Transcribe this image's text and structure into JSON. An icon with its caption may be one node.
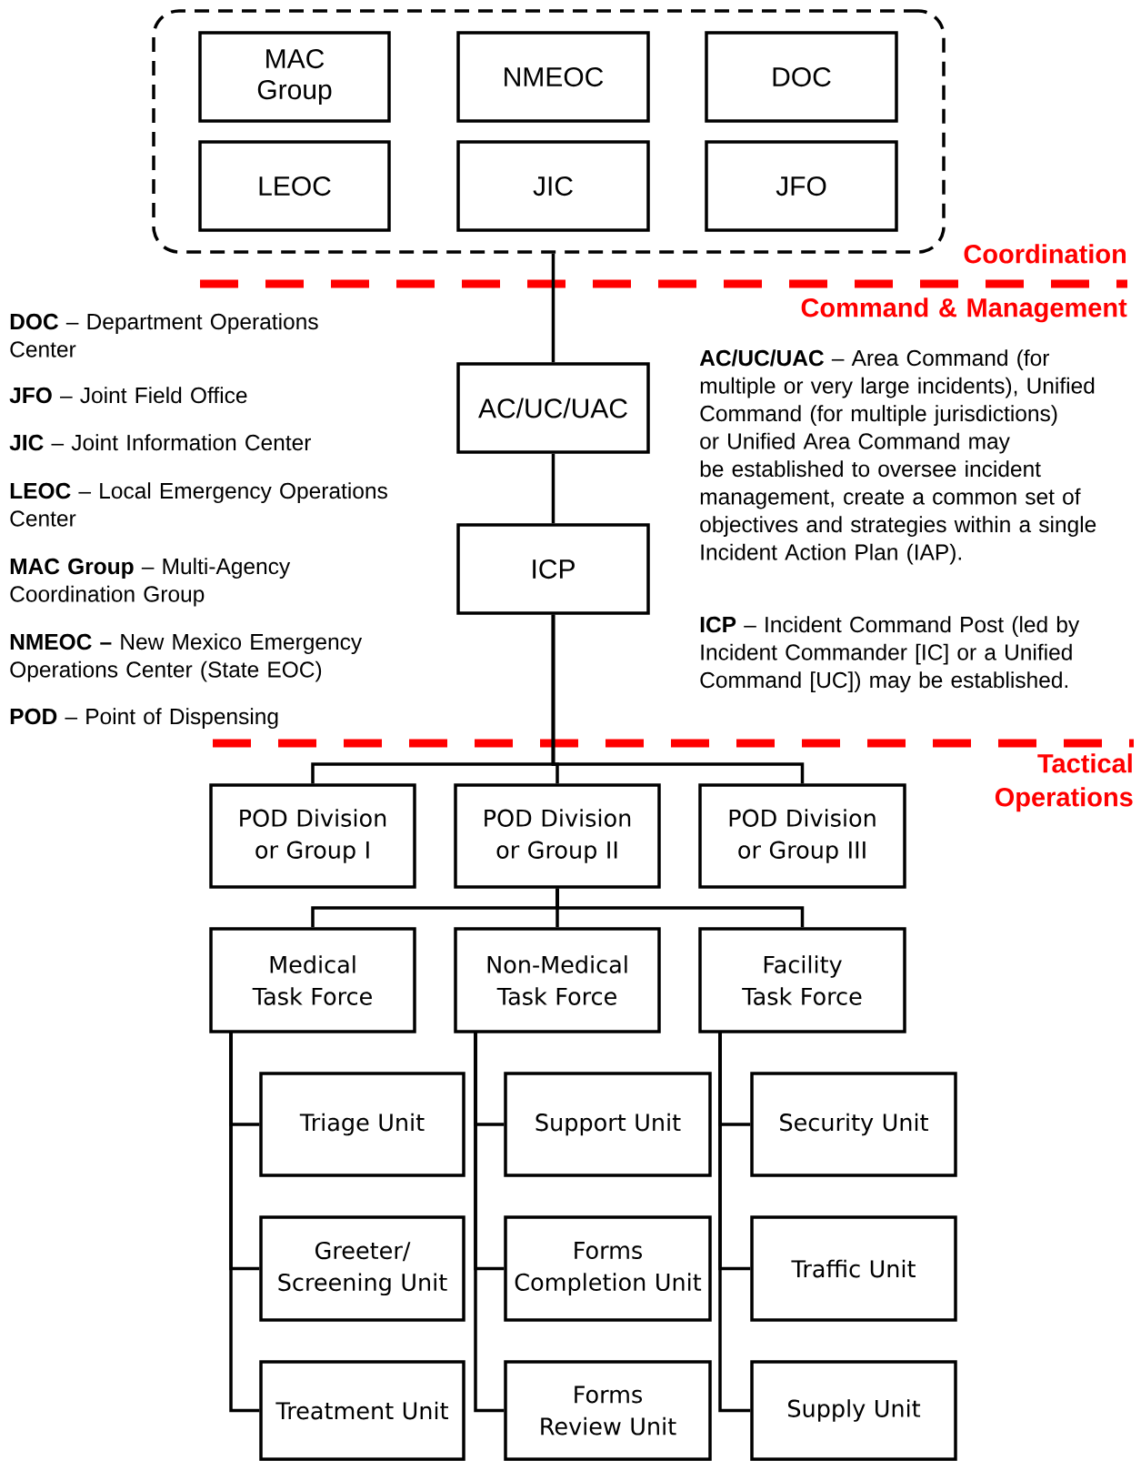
{
  "diagram": {
    "nodes": [
      {
        "text": [],
        "shape": "box"
      },
      {
        "text": [
          "MAC Group"
        ],
        "in": 0
      },
      {
        "text": [
          "NMEOC"
        ],
        "in": 0
      },
      {
        "text": [
          "DOC"
        ],
        "in": 0
      },
      {
        "text": [
          "LEOC"
        ],
        "in": 0
      },
      {
        "text": [
          "JIC"
        ],
        "in": 0
      },
      {
        "text": [
          "JFO"
        ],
        "in": 0
      },
      {
        "text": [
          "AC/UC/UAC"
        ]
      },
      {
        "text": [
          "ICP"
        ]
      },
      {
        "text": [
          "POD Division or Group I"
        ]
      },
      {
        "text": [
          "POD Division or Group II"
        ]
      },
      {
        "text": [
          "POD Division or Group III"
        ]
      },
      {
        "text": [
          "Medical Task Force"
        ]
      },
      {
        "text": [
          "Non-Medical Task Force"
        ]
      },
      {
        "text": [
          "Facility Task Force"
        ]
      },
      {
        "text": [
          "Triage Unit"
        ]
      },
      {
        "text": [
          "Support Unit"
        ]
      },
      {
        "text": [
          "Security Unit"
        ]
      },
      {
        "text": [
          "Greeter/ Screening Unit"
        ]
      },
      {
        "text": [
          "Forms Completion Unit"
        ]
      },
      {
        "text": [
          "Traffic Unit"
        ]
      },
      {
        "text": [
          "Treatment Unit"
        ]
      },
      {
        "text": [
          "Forms Review Unit"
        ]
      },
      {
        "text": [
          "Supply Unit"
        ]
      }
    ],
    "edges": [
      {
        "from": 0,
        "to": 7,
        "arrow": "none"
      },
      {
        "from": 7,
        "to": 8,
        "arrow": "none"
      },
      {
        "from": 8,
        "to": 9,
        "arrow": "none"
      },
      {
        "from": 8,
        "to": 10,
        "arrow": "none"
      },
      {
        "from": 8,
        "to": 11,
        "arrow": "none"
      },
      {
        "from": 10,
        "to": 12,
        "arrow": "none"
      },
      {
        "from": 10,
        "to": 13,
        "arrow": "none"
      },
      {
        "from": 10,
        "to": 14,
        "arrow": "none"
      },
      {
        "from": 12,
        "to": 15,
        "arrow": "none"
      },
      {
        "from": 12,
        "to": 18,
        "arrow": "none"
      },
      {
        "from": 12,
        "to": 21,
        "arrow": "none"
      },
      {
        "from": 13,
        "to": 16,
        "arrow": "none"
      },
      {
        "from": 13,
        "to": 19,
        "arrow": "none"
      },
      {
        "from": 13,
        "to": 22,
        "arrow": "none"
      },
      {
        "from": 14,
        "to": 17,
        "arrow": "none"
      },
      {
        "from": 14,
        "to": 20,
        "arrow": "none"
      },
      {
        "from": 14,
        "to": 23,
        "arrow": "none"
      }
    ],
    "labels": [
      "Coordination",
      "Command & Management",
      "Tactical Operations",
      "**DOC** – Department Operations Center",
      "**JFO** – Joint Field Office",
      "**JIC** – Joint Information Center",
      "**LEOC** – Local Emergency Operations Center",
      "**MAC Group** – Multi-Agency Coordination Group",
      "**NMEOC –** New Mexico Emergency Operations Center (State EOC)",
      "**POD** – Point of Dispensing",
      "**AC/UC/UAC** – Area Command (for multiple or very large incidents), Unified Command (for multiple jurisdictions) or Unified Area Command may be established to oversee incident management, create a common set of objectives and strategies within a single Incident Action Plan (IAP).",
      "**ICP** – Incident Command Post (led by Incident Commander [IC] or a Unified Command [UC]) may be established."
    ]
  }
}
